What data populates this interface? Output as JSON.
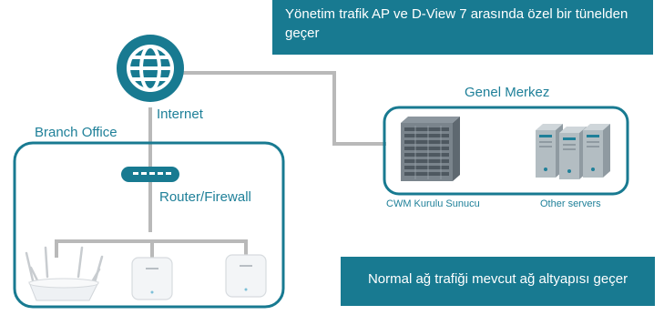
{
  "callouts": {
    "tunnel": "Yönetim trafik AP ve D-View 7 arasında özel bir tünelden geçer",
    "normal": "Normal ağ trafiği mevcut ağ altyapısı geçer"
  },
  "labels": {
    "internet": "Internet",
    "branch_office": "Branch Office",
    "router_firewall": "Router/Firewall",
    "headquarters": "Genel Merkez",
    "cwm_server": "CWM Kurulu Sunucu",
    "other_servers": "Other servers"
  },
  "colors": {
    "teal": "#187a91",
    "line_gray": "#b9b9b9"
  }
}
